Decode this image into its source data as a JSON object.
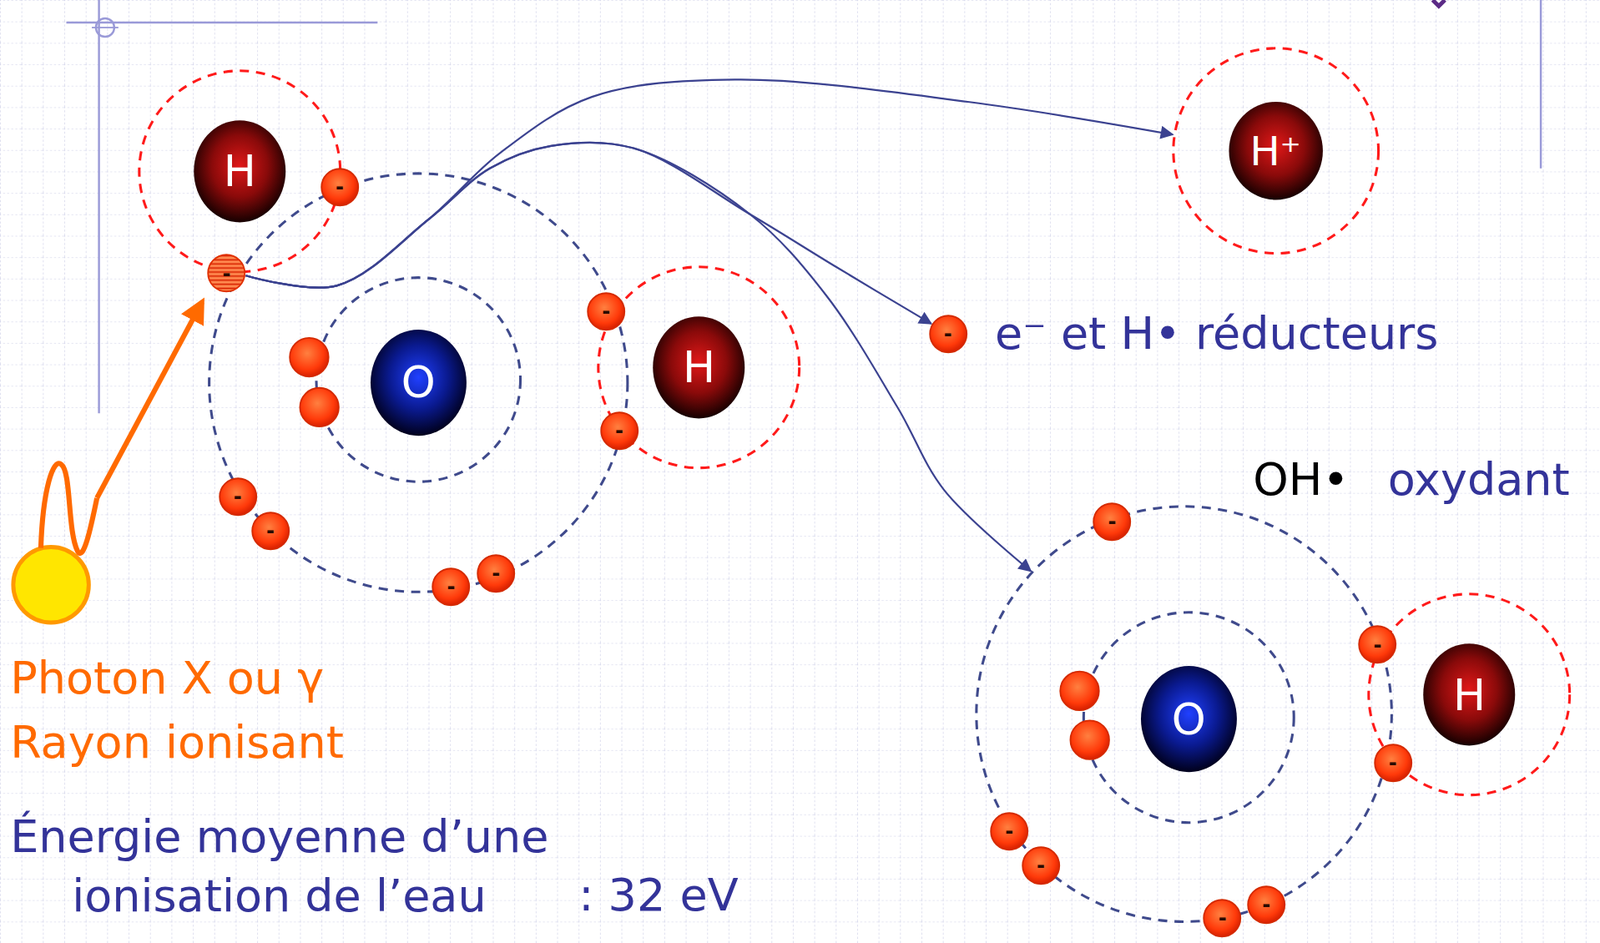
{
  "diagram": {
    "nodes": [
      {
        "text": [
          "H"
        ]
      },
      {
        "text": [
          "-"
        ]
      },
      {
        "text": [
          "H⁺"
        ]
      },
      {
        "text": [
          "-"
        ]
      },
      {
        "text": [
          "-"
        ]
      },
      {
        "text": [
          "-"
        ]
      },
      {
        "text": [
          "H"
        ]
      },
      {
        "text": [
          "O"
        ]
      },
      {
        "text": [
          "-"
        ]
      },
      {
        "text": [
          "-"
        ]
      },
      {
        "text": [
          "-"
        ]
      },
      {
        "text": [
          "-"
        ]
      },
      {
        "text": [
          "-"
        ]
      },
      {
        "text": [
          "OH•",
          "oxydant"
        ]
      },
      {
        "text": [
          "-"
        ]
      },
      {
        "text": [
          "-"
        ]
      },
      {
        "text": [
          "H"
        ]
      },
      {
        "text": [
          "O"
        ],
        "in": 13
      },
      {
        "text": [
          "-"
        ]
      },
      {
        "text": [
          "-"
        ]
      },
      {
        "text": [
          "-"
        ]
      },
      {
        "text": [
          "-"
        ]
      },
      {
        "text": [
          "-"
        ]
      }
    ],
    "edges": [
      {
        "from": 3,
        "to": 2,
        "arrow": "to"
      },
      {
        "from": 3,
        "to": 5,
        "arrow": "to"
      },
      {
        "from": 3,
        "to": 13,
        "arrow": "to"
      }
    ],
    "labels": [
      "e⁻ et H• réducteurs",
      "Photon X ou γ",
      "Rayon ionisant",
      "Énergie moyenne d’une ionisation de l’eau",
      ": 32 eV"
    ]
  }
}
